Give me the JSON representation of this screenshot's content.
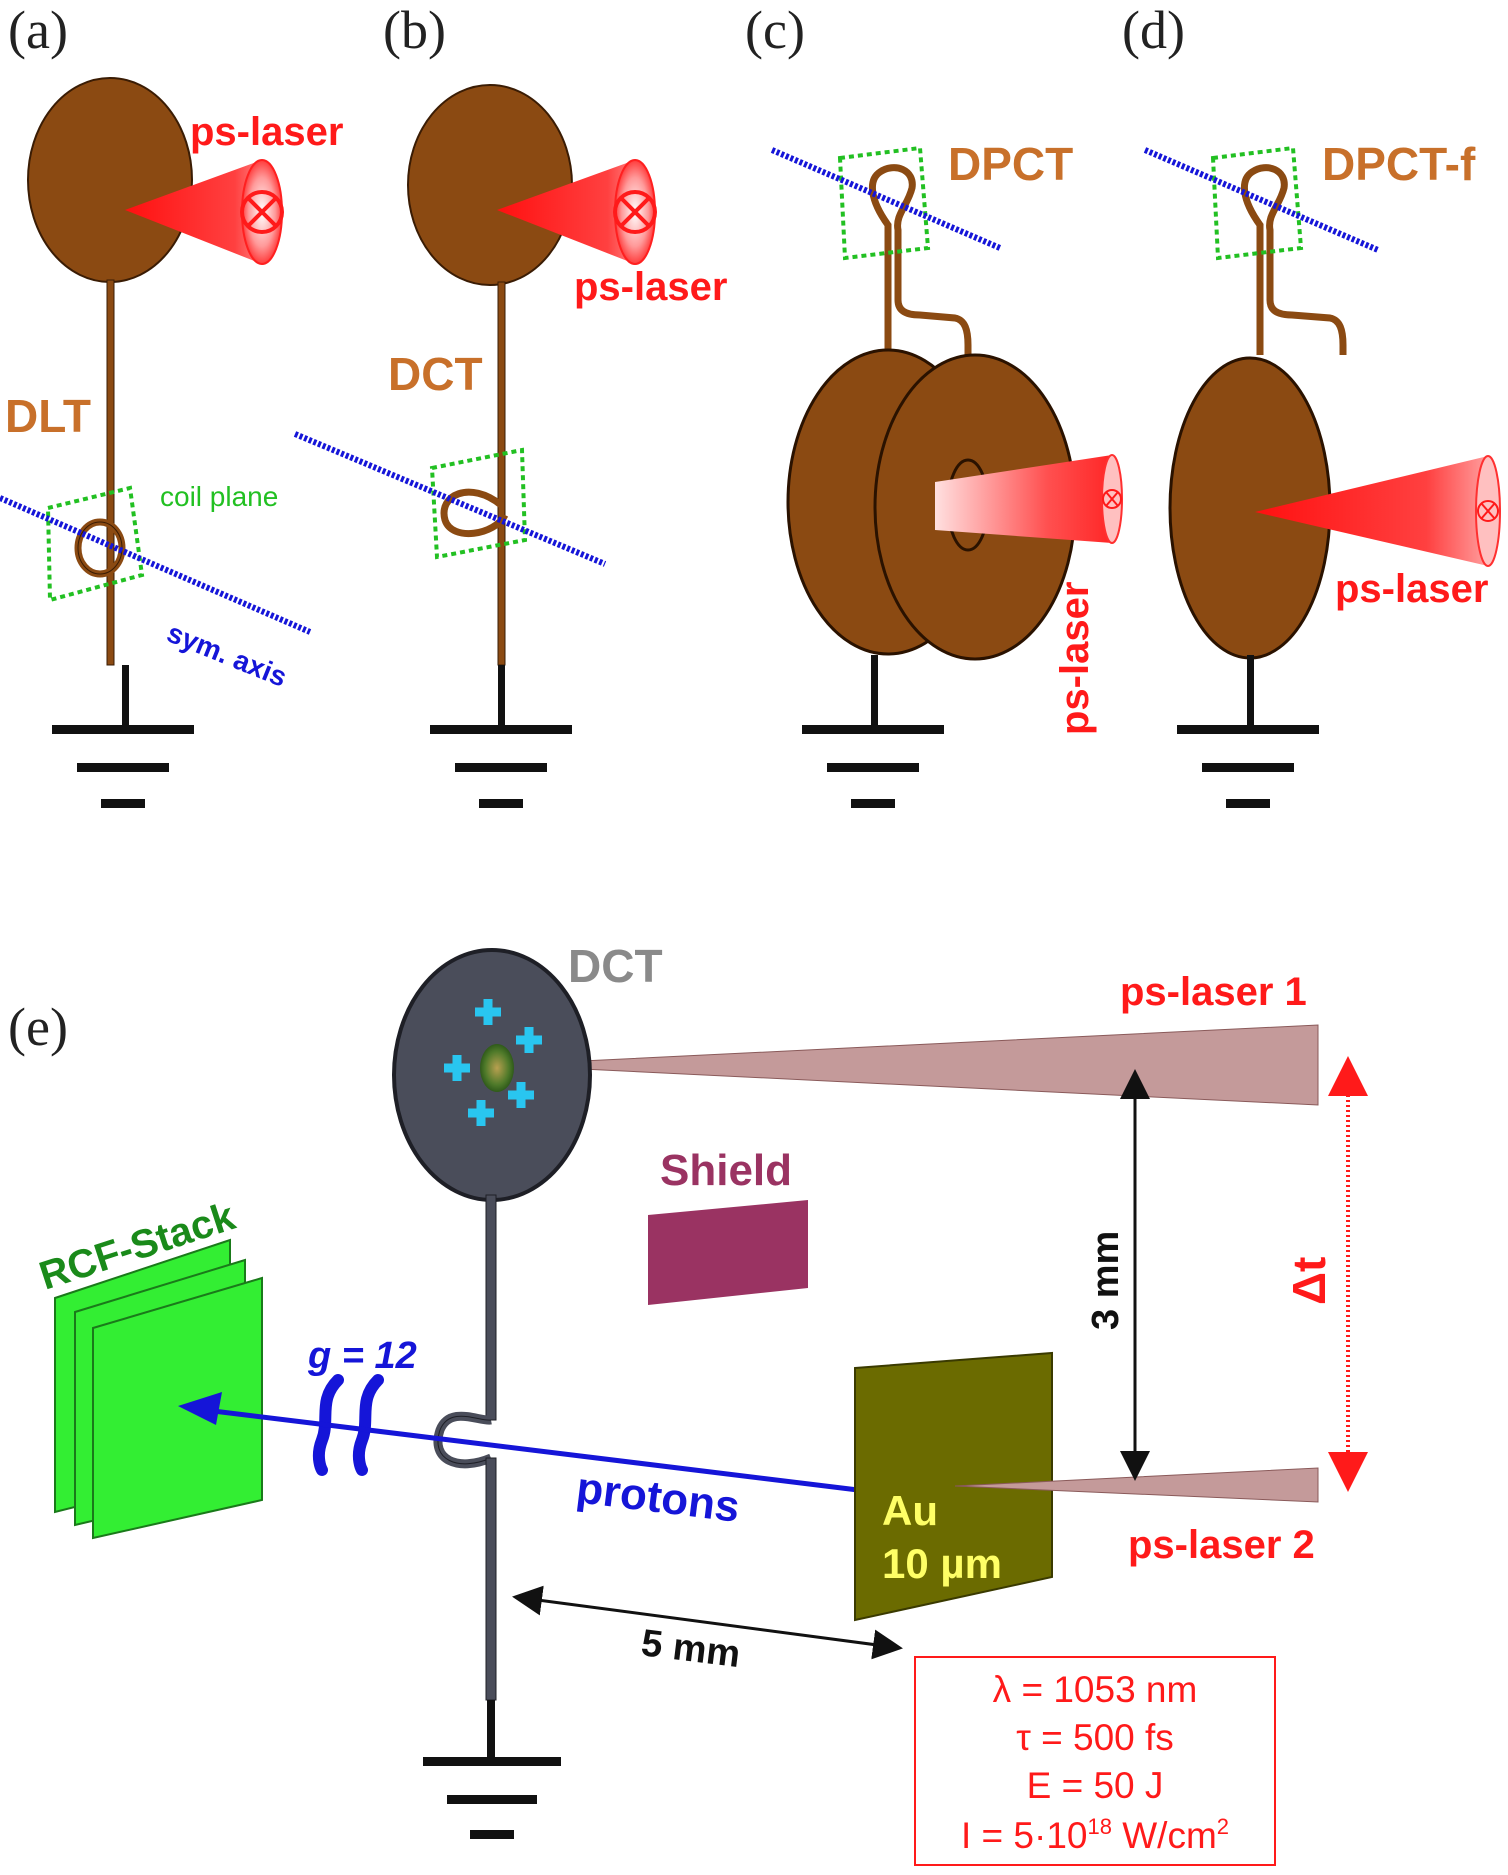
{
  "panels": {
    "a": {
      "tag": "(a)",
      "laser": "ps-laser",
      "target": "DLT",
      "coil": "coil plane",
      "axis": "sym. axis"
    },
    "b": {
      "tag": "(b)",
      "laser": "ps-laser",
      "target": "DCT"
    },
    "c": {
      "tag": "(c)",
      "laser": "ps-laser",
      "target": "DPCT"
    },
    "d": {
      "tag": "(d)",
      "laser": "ps-laser",
      "target": "DPCT-f"
    },
    "e": {
      "tag": "(e)",
      "target": "DCT",
      "laser1": "ps-laser 1",
      "laser2": "ps-laser 2",
      "shield": "Shield",
      "rcf": "RCF-Stack",
      "gap": "g = 12",
      "protons": "protons",
      "foil_material": "Au",
      "foil_thickness": "10 µm",
      "dist_vertical": "3 mm",
      "dist_horizontal": "5 mm",
      "delay": "Δt",
      "params": {
        "wavelength": "λ = 1053 nm",
        "duration": "τ = 500 fs",
        "energy": "E = 50 J",
        "intensity_prefix": "I = 5·10",
        "intensity_exp": "18",
        "intensity_unit": " W/cm",
        "intensity_unit_exp": "2"
      }
    }
  },
  "colors": {
    "target_brown": "#8b4a12",
    "laser_red": "#ff1a1a",
    "coil_green": "#22c022",
    "axis_blue": "#1515d8",
    "dct_gray": "#4a4d5a",
    "shield": "#9a3362",
    "foil": "#6b6b00",
    "rcf_green": "#33ee33"
  }
}
